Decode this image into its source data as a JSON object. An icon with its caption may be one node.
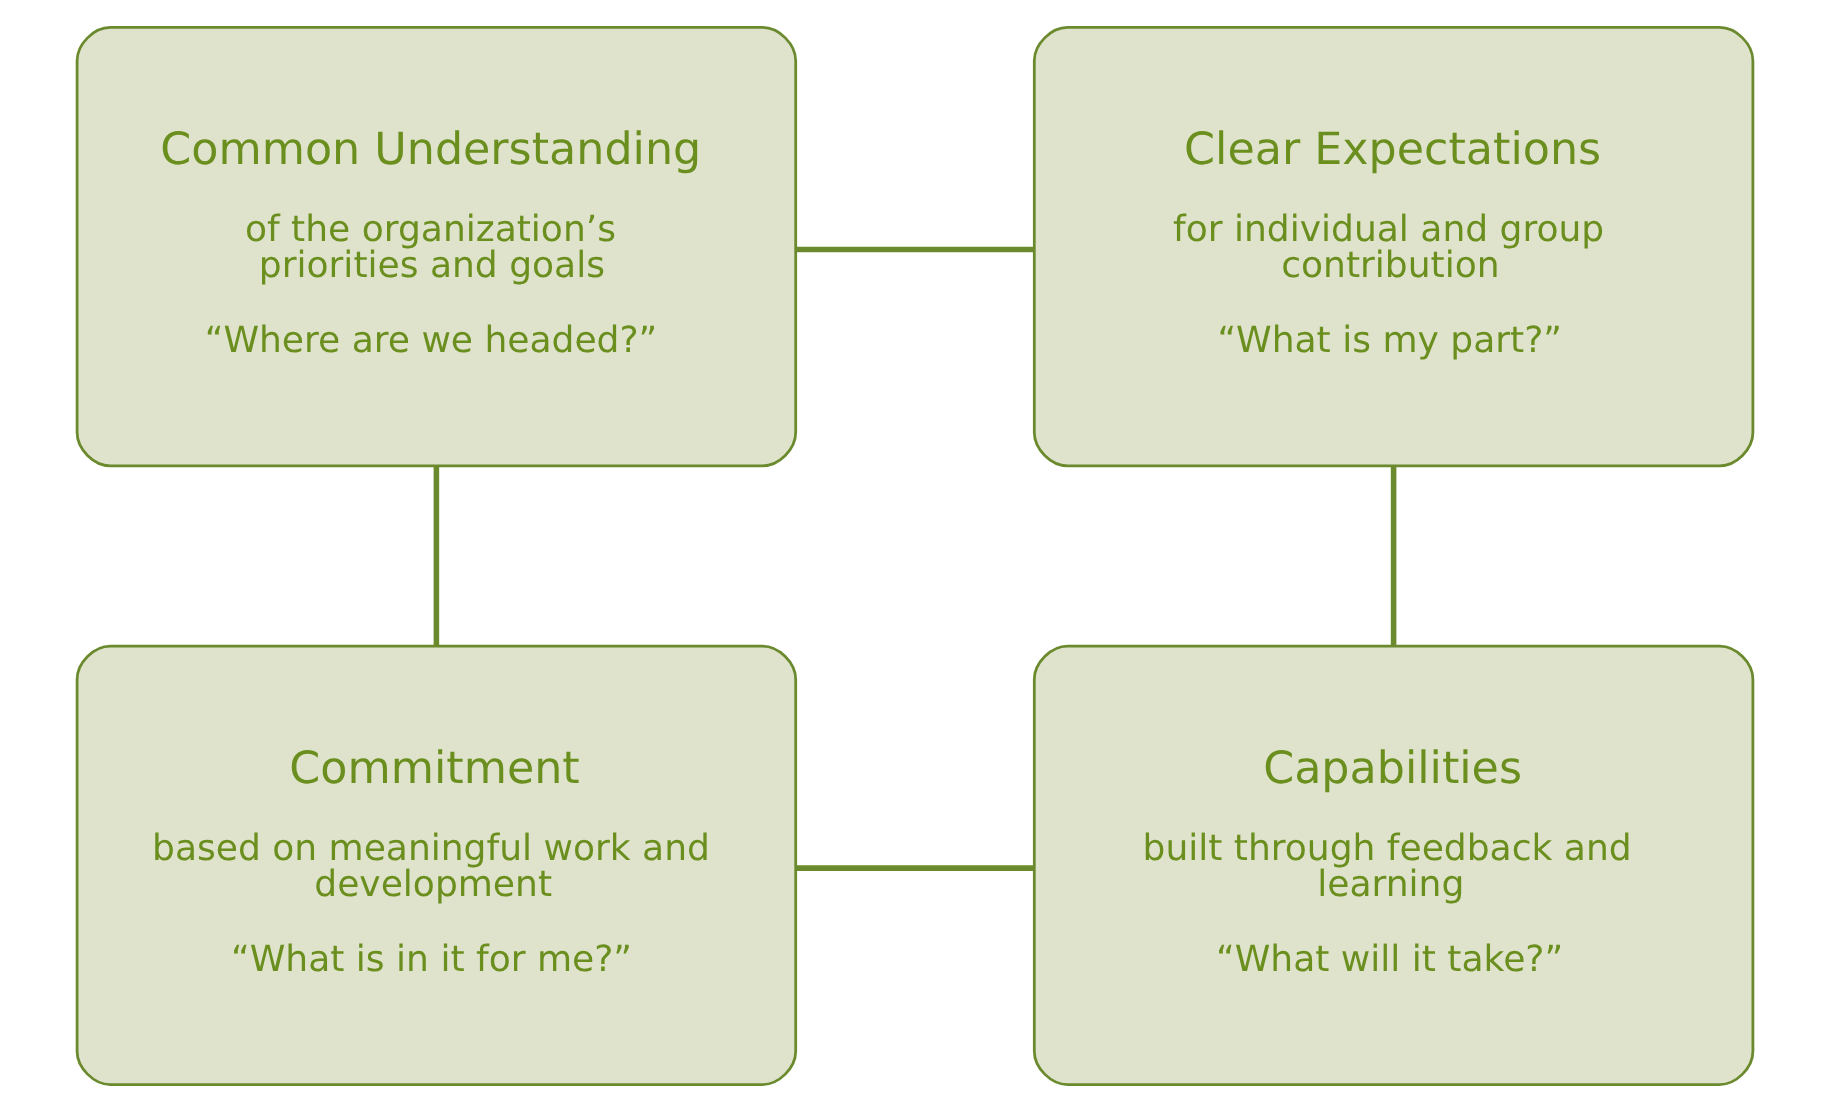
{
  "diagram": {
    "nodes": [
      {
        "text": [
          "Common Understanding",
          "of the organization’s priorities and goals",
          "“Where are we headed?”"
        ]
      },
      {
        "text": [
          "Clear Expectations",
          "for individual and group contribution",
          "“What is my part?”"
        ]
      },
      {
        "text": [
          "Commitment",
          "based on meaningful work and development",
          "“What is in it for me?”"
        ]
      },
      {
        "text": [
          "Capabilities",
          "built through feedback and learning",
          "“What will it take?”"
        ]
      }
    ],
    "edges": [
      {
        "from": 0,
        "to": 1,
        "arrow": "none"
      },
      {
        "from": 0,
        "to": 2,
        "arrow": "none"
      },
      {
        "from": 1,
        "to": 3,
        "arrow": "none"
      },
      {
        "from": 2,
        "to": 3,
        "arrow": "none"
      }
    ]
  }
}
